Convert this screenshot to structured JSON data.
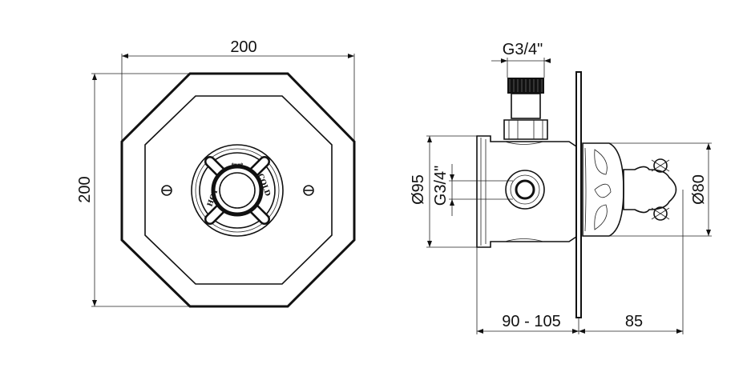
{
  "front_view": {
    "width_label": "200",
    "height_label": "200",
    "hot_label": "HOT",
    "cold_label": "COLD",
    "arrow_glyph": "←→"
  },
  "side_view": {
    "top_thread_label": "G3/4\"",
    "body_diameter_label": "Ø95",
    "side_thread_label": "G3/4\"",
    "trim_diameter_label": "Ø80",
    "depth_label": "90 - 105",
    "handle_depth_label": "85"
  }
}
